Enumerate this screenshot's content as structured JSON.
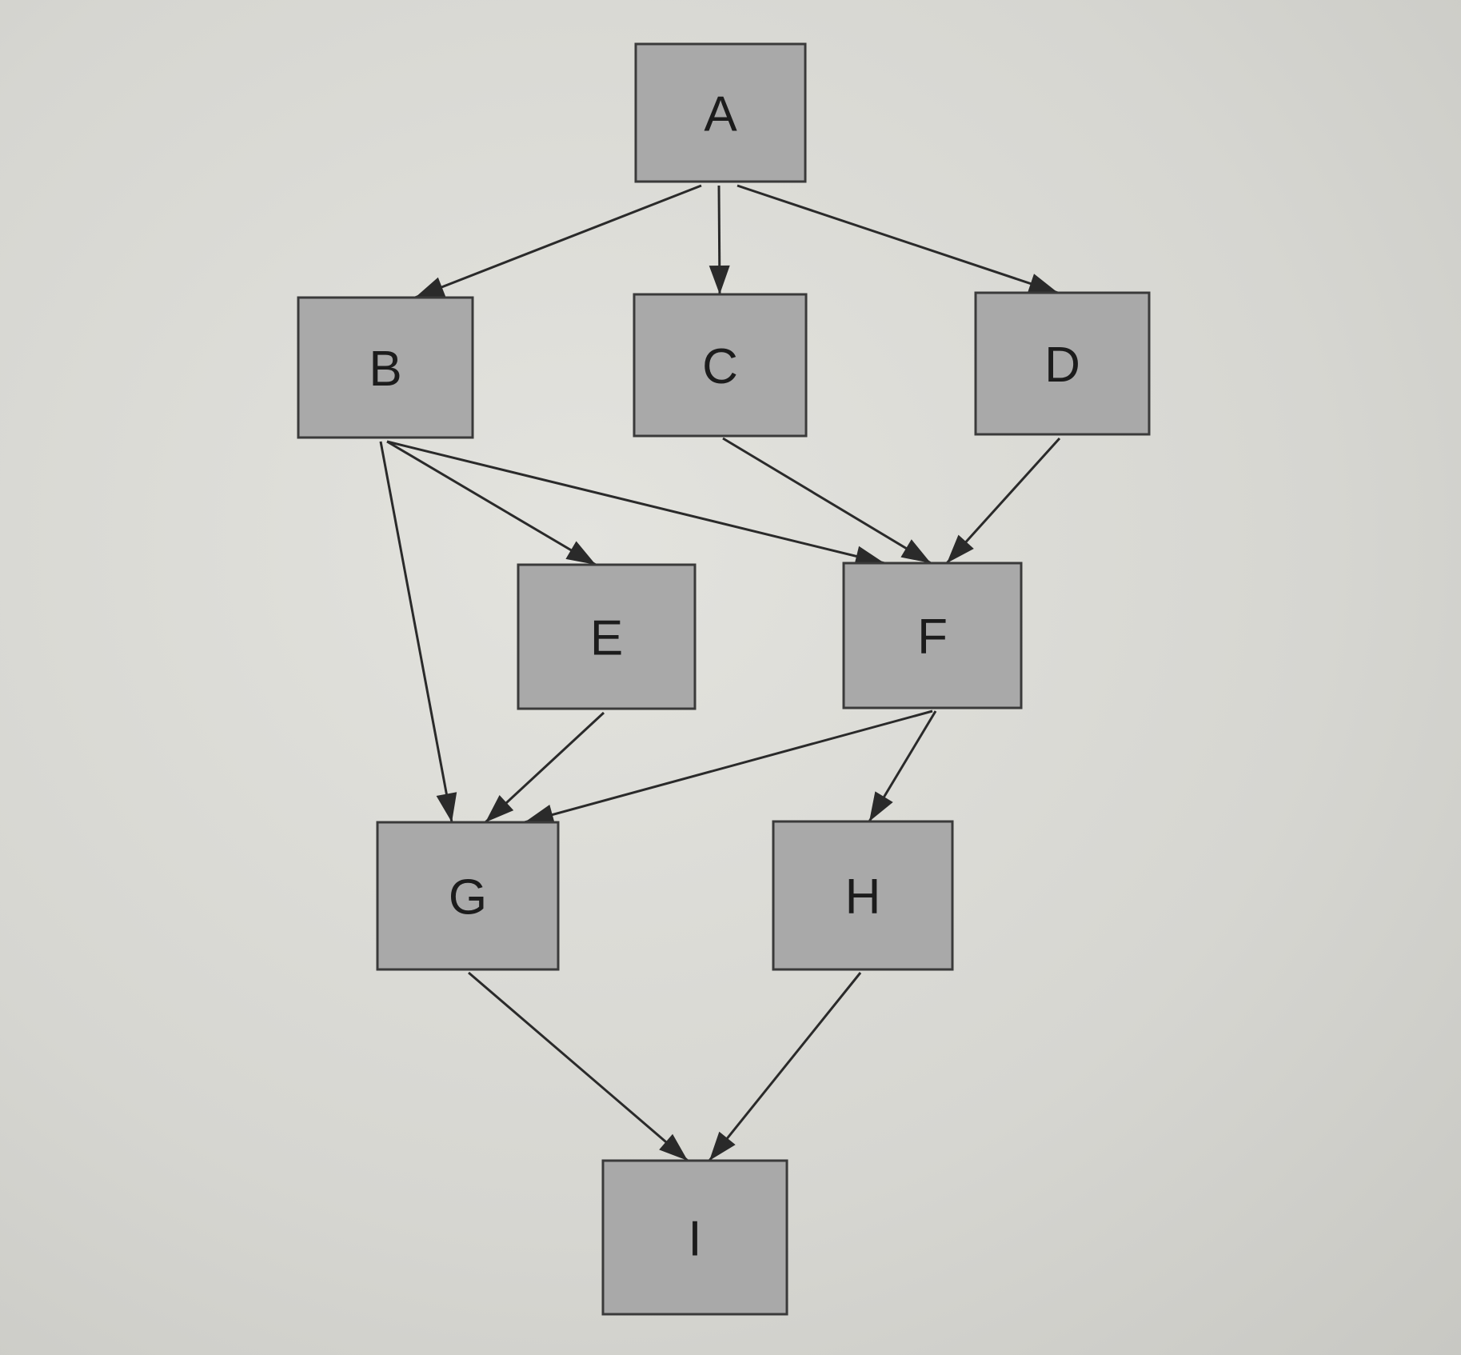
{
  "colors": {
    "node_fill": "#a9a9a9",
    "edge": "#2a2a2a"
  },
  "nodes": [
    {
      "id": "A",
      "label": "A"
    },
    {
      "id": "B",
      "label": "B"
    },
    {
      "id": "C",
      "label": "C"
    },
    {
      "id": "D",
      "label": "D"
    },
    {
      "id": "E",
      "label": "E"
    },
    {
      "id": "F",
      "label": "F"
    },
    {
      "id": "G",
      "label": "G"
    },
    {
      "id": "H",
      "label": "H"
    },
    {
      "id": "I",
      "label": "I"
    }
  ],
  "edges": [
    {
      "from": "A",
      "to": "B"
    },
    {
      "from": "A",
      "to": "C"
    },
    {
      "from": "A",
      "to": "D"
    },
    {
      "from": "B",
      "to": "E"
    },
    {
      "from": "B",
      "to": "F"
    },
    {
      "from": "B",
      "to": "G"
    },
    {
      "from": "C",
      "to": "F"
    },
    {
      "from": "D",
      "to": "F"
    },
    {
      "from": "E",
      "to": "G"
    },
    {
      "from": "F",
      "to": "G"
    },
    {
      "from": "F",
      "to": "H"
    },
    {
      "from": "G",
      "to": "I"
    },
    {
      "from": "H",
      "to": "I"
    }
  ]
}
